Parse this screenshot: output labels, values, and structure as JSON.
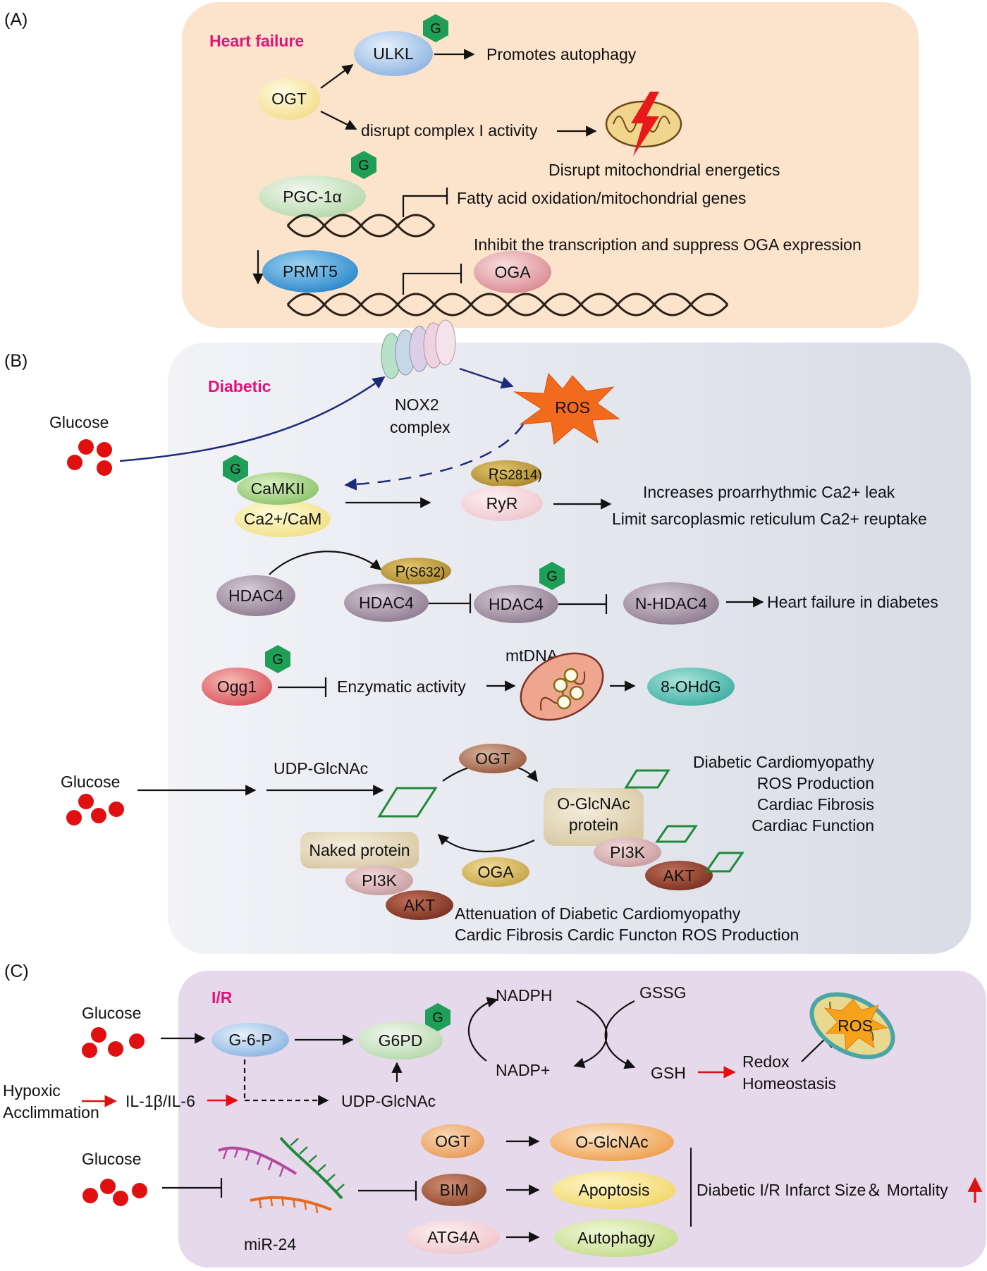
{
  "figure": {
    "panel_a": {
      "letter": "(A)",
      "title": "Heart failure",
      "g_label": "G",
      "nodes": {
        "ogt": "OGT",
        "ulkl": "ULKL",
        "pgc": "PGC-1α",
        "prmt5": "PRMT5",
        "oga": "OGA"
      },
      "texts": {
        "autophagy": "Promotes autophagy",
        "complex": "disrupt complex I activity",
        "mito": "Disrupt mitochondrial energetics",
        "fatty": "Fatty acid oxidation/mitochondrial genes",
        "inhibit": "Inhibit the transcription and suppress OGA expression"
      }
    },
    "panel_b": {
      "letter": "(B)",
      "title": "Diabetic",
      "g_label": "G",
      "glucose": "Glucose",
      "nox2_line1": "NOX2",
      "nox2_line2": "complex",
      "ros": "ROS",
      "camkii": "CaMKII",
      "cacam": "Ca2+/CaM",
      "p_s2814_p": "P",
      "p_s2814_site": "(S2814)",
      "ryr": "RyR",
      "ryr_effect1": "Increases proarrhythmic Ca2+ leak",
      "ryr_effect2": "Limit sarcoplasmic reticulum Ca2+ reuptake",
      "hdac4": "HDAC4",
      "p_s632_p": "P",
      "p_s632_site": "(S632)",
      "n_hdac4": "N-HDAC4",
      "hf_diabetes": "Heart failure in diabetes",
      "ogg1": "Ogg1",
      "enzymatic": "Enzymatic activity",
      "mtdna": "mtDNA",
      "ohdg": "8-OHdG",
      "glucose2": "Glucose",
      "udp": "UDP-GlcNAc",
      "ogt": "OGT",
      "oga": "OGA",
      "oglc_line1": "O-GlcNAc",
      "oglc_line2": "protein",
      "naked": "Naked protein",
      "pi3k": "PI3K",
      "akt": "AKT",
      "outcomes": [
        "Diabetic Cardiomyopathy",
        "ROS Production",
        "Cardiac Fibrosis",
        "Cardiac Function"
      ],
      "attenuation1": "Attenuation of Diabetic Cardiomyopathy",
      "attenuation2": "Cardic Fibrosis Cardic Functon ROS Production"
    },
    "panel_c": {
      "letter": "(C)",
      "title": "I/R",
      "g_label": "G",
      "glucose": "Glucose",
      "g6p": "G-6-P",
      "g6pd": "G6PD",
      "nadph": "NADPH",
      "nadp": "NADP+",
      "gssg": "GSSG",
      "gsh": "GSH",
      "redox1": "Redox",
      "redox2": "Homeostasis",
      "ros": "ROS",
      "hypoxic1": "Hypoxic",
      "hypoxic2": "Acclimmation",
      "il": "IL-1β/IL-6",
      "udp": "UDP-GlcNAc",
      "glucose2": "Glucose",
      "mir": "miR-24",
      "ogt": "OGT",
      "bim": "BIM",
      "atg4a": "ATG4A",
      "oglc": "O-GlcNAc",
      "apoptosis": "Apoptosis",
      "autophagy": "Autophagy",
      "outcome": "Diabetic I/R Infarct Size＆ Mortality"
    }
  },
  "colors": {
    "panel_a_bg": "#fbe3cc",
    "panel_b_bg": "#e4e6ee",
    "panel_c_bg": "#e5d9eb",
    "title_magenta": "#e0157a",
    "g_hexagon": "#1f9e57",
    "glucose_dot": "#e01010",
    "nox_arrow": "#1c2a7a",
    "ros_orange": "#f26a1b",
    "red_arrow": "#e01010"
  }
}
